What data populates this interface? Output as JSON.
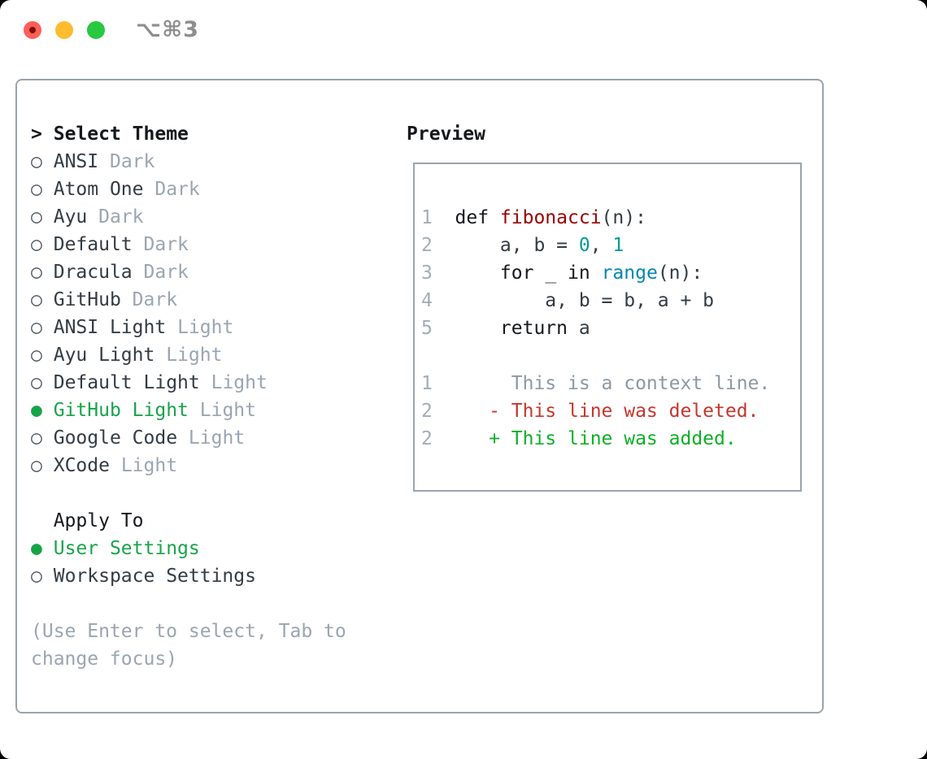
{
  "window": {
    "title": "⌥⌘3"
  },
  "icons": {
    "radio_unselected": "○",
    "radio_selected": "●",
    "pointer": ">"
  },
  "theme_selector": {
    "pointer": ">",
    "title": "Select Theme",
    "items": [
      {
        "name": "ANSI",
        "variant": "Dark",
        "selected": false
      },
      {
        "name": "Atom One",
        "variant": "Dark",
        "selected": false
      },
      {
        "name": "Ayu",
        "variant": "Dark",
        "selected": false
      },
      {
        "name": "Default",
        "variant": "Dark",
        "selected": false
      },
      {
        "name": "Dracula",
        "variant": "Dark",
        "selected": false
      },
      {
        "name": "GitHub",
        "variant": "Dark",
        "selected": false
      },
      {
        "name": "ANSI Light",
        "variant": "Light",
        "selected": false
      },
      {
        "name": "Ayu Light",
        "variant": "Light",
        "selected": false
      },
      {
        "name": "Default Light",
        "variant": "Light",
        "selected": false
      },
      {
        "name": "GitHub Light",
        "variant": "Light",
        "selected": true
      },
      {
        "name": "Google Code",
        "variant": "Light",
        "selected": false
      },
      {
        "name": "XCode",
        "variant": "Light",
        "selected": false
      }
    ]
  },
  "apply_to": {
    "title": "Apply To",
    "options": [
      {
        "name": "User Settings",
        "selected": true
      },
      {
        "name": "Workspace Settings",
        "selected": false
      }
    ]
  },
  "help": {
    "line1": "(Use Enter to select, Tab to",
    "line2": "change focus)"
  },
  "preview": {
    "title": "Preview",
    "code": [
      {
        "num": "1",
        "segments": [
          {
            "text": "def ",
            "type": "keyword"
          },
          {
            "text": "fibonacci",
            "type": "function"
          },
          {
            "text": "(n):",
            "type": "plain"
          }
        ]
      },
      {
        "num": "2",
        "segments": [
          {
            "text": "    a, b = ",
            "type": "plain"
          },
          {
            "text": "0",
            "type": "number"
          },
          {
            "text": ", ",
            "type": "plain"
          },
          {
            "text": "1",
            "type": "number"
          }
        ]
      },
      {
        "num": "3",
        "segments": [
          {
            "text": "    ",
            "type": "plain"
          },
          {
            "text": "for",
            "type": "keyword"
          },
          {
            "text": " _ ",
            "type": "plain"
          },
          {
            "text": "in",
            "type": "keyword"
          },
          {
            "text": " ",
            "type": "plain"
          },
          {
            "text": "range",
            "type": "builtin"
          },
          {
            "text": "(n):",
            "type": "plain"
          }
        ]
      },
      {
        "num": "4",
        "segments": [
          {
            "text": "        a, b = b, a + b",
            "type": "plain"
          }
        ]
      },
      {
        "num": "5",
        "segments": [
          {
            "text": "    ",
            "type": "plain"
          },
          {
            "text": "return",
            "type": "keyword"
          },
          {
            "text": " a",
            "type": "plain"
          }
        ]
      },
      {
        "num": "",
        "segments": []
      },
      {
        "num": "1",
        "segments": [
          {
            "text": "     This is a context line.",
            "type": "context"
          }
        ]
      },
      {
        "num": "2",
        "segments": [
          {
            "text": "   - This line was deleted.",
            "type": "deleted"
          }
        ]
      },
      {
        "num": "2",
        "segments": [
          {
            "text": "   + This line was added.",
            "type": "added"
          }
        ]
      }
    ]
  },
  "colors": {
    "selection_green": "#17a449",
    "added_green": "#0cb025",
    "deleted_red": "#c5362c",
    "function_red": "#990000",
    "number_teal": "#009999",
    "builtin_blue": "#0086b3",
    "text_dark": "#333b43",
    "heading_black": "#15181c",
    "muted_gray": "#9aa5b1",
    "context_gray": "#8d98a2",
    "line_number_gray": "#a2adb8",
    "bullet_gray": "#4d565f",
    "border_gray": "#9aa3ae",
    "title_gray": "#8e8e8e",
    "traffic_red": "#ff5f57",
    "traffic_red_dot": "#7c100a",
    "traffic_yellow": "#febc2e",
    "traffic_green": "#28c840"
  }
}
